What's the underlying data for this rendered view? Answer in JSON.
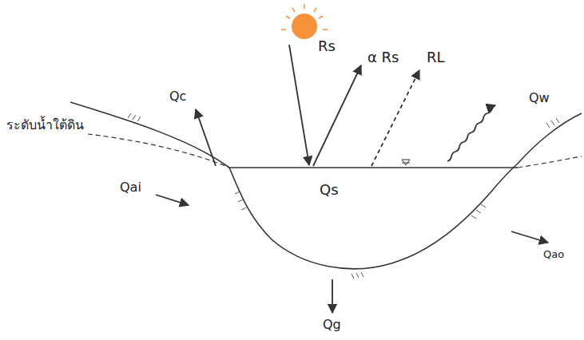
{
  "diagram": {
    "labels": [
      "Rs",
      "α Rs",
      "RL",
      "Qc",
      "Qw",
      "ระดับน้ำใต้ดิน",
      "Qai",
      "Qs",
      "Qao",
      "Qg"
    ]
  }
}
